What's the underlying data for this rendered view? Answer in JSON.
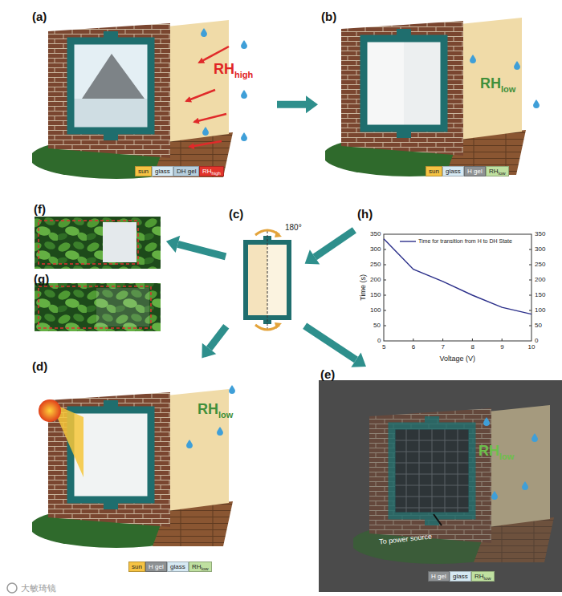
{
  "diagram": {
    "nodes": [
      {
        "text": [
          "(a)"
        ]
      },
      {
        "text": [
          "sun"
        ],
        "in": 0
      },
      {
        "text": [
          "glass"
        ],
        "in": 0
      },
      {
        "text": [
          "DH gel"
        ],
        "in": 0
      },
      {
        "text": [
          "RH",
          "high"
        ],
        "in": 0
      },
      {
        "text": [
          "(b)"
        ]
      },
      {
        "text": [
          "sun"
        ],
        "in": 5
      },
      {
        "text": [
          "glass"
        ],
        "in": 5
      },
      {
        "text": [
          "H gel"
        ],
        "in": 5
      },
      {
        "text": [
          "RH",
          "low"
        ],
        "in": 5
      },
      {
        "text": [
          "(f)"
        ]
      },
      {
        "text": [
          "(c)"
        ]
      },
      {
        "text": [
          "(h)"
        ]
      },
      {
        "text": [
          "(g)"
        ]
      },
      {
        "text": [
          "(d)"
        ]
      },
      {
        "text": [
          "sun"
        ],
        "in": 14
      },
      {
        "text": [
          "H gel"
        ],
        "in": 14
      },
      {
        "text": [
          "glass"
        ],
        "in": 14
      },
      {
        "text": [
          "RH",
          "low"
        ],
        "in": 14
      },
      {
        "text": [
          "(e)"
        ]
      },
      {
        "text": [
          "H gel"
        ],
        "in": 19
      },
      {
        "text": [
          "glass"
        ],
        "in": 19
      },
      {
        "text": [
          "RH",
          "low"
        ],
        "in": 19
      }
    ],
    "edges": [
      {
        "from": 0,
        "to": 5,
        "arrow": "to"
      },
      {
        "from": 11,
        "to": 10,
        "arrow": "to"
      },
      {
        "from": 12,
        "to": 11,
        "arrow": "to"
      },
      {
        "from": 11,
        "to": 14,
        "arrow": "to"
      },
      {
        "from": 11,
        "to": 19,
        "arrow": "to"
      }
    ],
    "labels": [
      "RH",
      "high",
      "RH",
      "low",
      "180°",
      "0",
      "50",
      "100",
      "150",
      "200",
      "250",
      "300",
      "350",
      "0",
      "50",
      "100",
      "150",
      "200",
      "250",
      "300",
      "350",
      "5",
      "6",
      "7",
      "8",
      "9",
      "10",
      "Time (s)",
      "Voltage (V)",
      "RH",
      "low",
      "RH",
      "low",
      "To power source",
      "大敏琦镜"
    ],
    "legend": [
      {
        "text": "Time for transition from H to DH State"
      }
    ]
  }
}
